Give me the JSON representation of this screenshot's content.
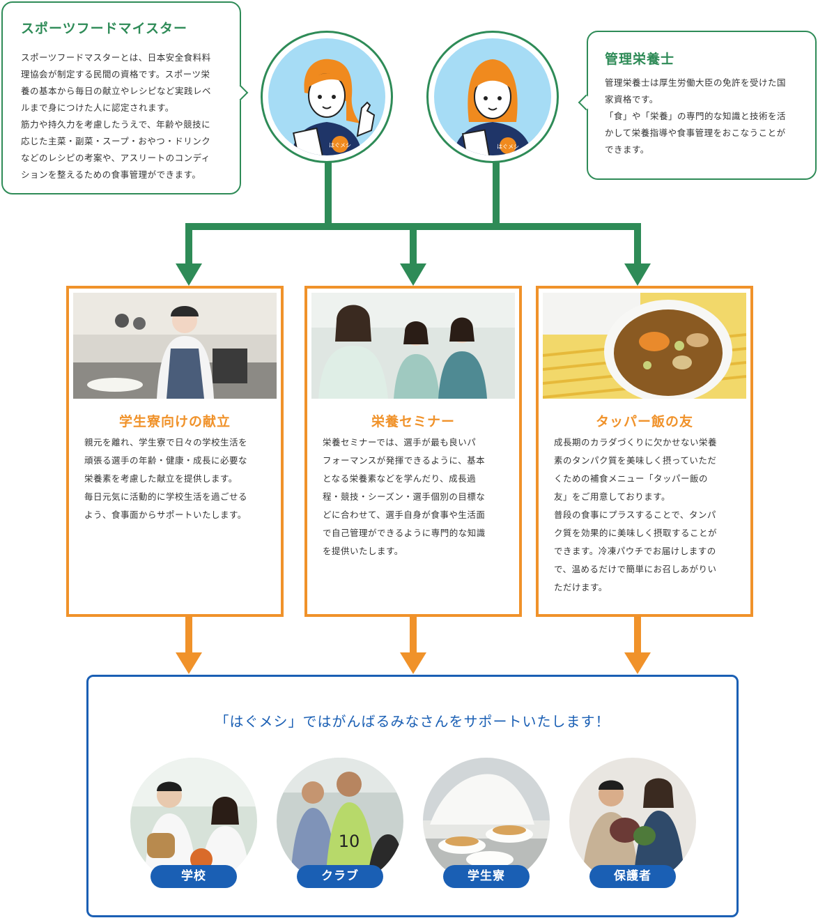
{
  "roles": [
    {
      "title": "スポーツフードマイスター",
      "text": "スポーツフードマスターとは、日本安全食料料\n理協会が制定する民間の資格です。スポーツ栄\n養の基本から毎日の献立やレシピなど実践レベ\nルまで身につけた人に認定されます。\n筋力や持久力を考慮したうえで、年齢や競技に\n応じた主菜・副菜・スープ・おやつ・ドリンク\nなどのレシピの考案や、アスリートのコンディ\nションを整えるための食事管理ができます。"
    },
    {
      "title": "管理栄養士",
      "text": "管理栄養士は厚生労働大臣の免許を受けた国\n家資格です。\n「食」や「栄養」の専門的な知識と技術を活\nかして栄養指導や食事管理をおこなうことが\nできます。"
    }
  ],
  "services": [
    {
      "title": "学生寮向けの献立",
      "text": "親元を離れ、学生寮で日々の学校生活を\n頑張る選手の年齢・健康・成長に必要な\n栄養素を考慮した献立を提供します。\n毎日元気に活動的に学校生活を過ごせる\nよう、食事面からサポートいたします。"
    },
    {
      "title": "栄養セミナー",
      "text": "栄養セミナーでは、選手が最も良いパ\nフォーマンスが発揮できるように、基本\nとなる栄養素などを学んだり、成長過\n程・競技・シーズン・選手個別の目標な\nどに合わせて、選手自身が食事や生活面\nで自己管理ができるように専門的な知識\nを提供いたします。"
    },
    {
      "title": "タッパー飯の友",
      "text": "成長期のカラダづくりに欠かせない栄養\n素のタンパク質を美味しく摂っていただ\nくための補食メニュー「タッパー飯の\n友」をご用意しております。\n普段の食事にプラスすることで、タンパ\nク質を効果的に美味しく摂取することが\nできます。冷凍パウチでお届けしますの\nで、温めるだけで簡単にお召しあがりい\nただけます。"
    }
  ],
  "support": {
    "title": "「はぐメシ」ではがんばるみなさんをサポートいたします！",
    "audiences": [
      "学校",
      "クラブ",
      "学生寮",
      "保護者"
    ]
  },
  "logo_text": "はぐメシ",
  "colors": {
    "green": "#2e8b57",
    "orange": "#f0922a",
    "blue": "#1a5fb4"
  }
}
